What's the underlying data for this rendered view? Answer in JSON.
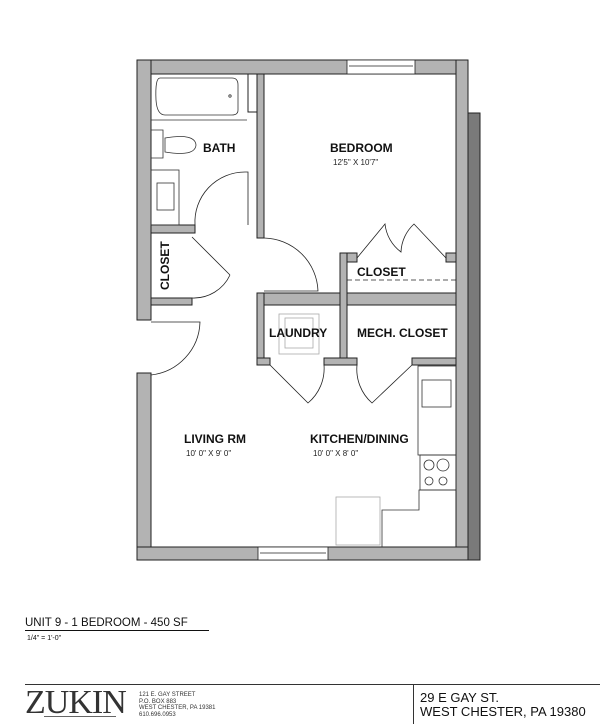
{
  "rooms": {
    "bath": "BATH",
    "bedroom": "BEDROOM",
    "bedroom_dim": "12'5\" X 10'7\"",
    "hall_closet": "CLOSET",
    "bedroom_closet": "CLOSET",
    "laundry": "LAUNDRY",
    "mech_closet": "MECH. CLOSET",
    "living": "LIVING RM",
    "living_dim": "10' 0\" X 9' 0\"",
    "kitchen": "KITCHEN/DINING",
    "kitchen_dim": "10' 0\" X 8' 0\""
  },
  "caption": {
    "title": "UNIT 9 - 1 BEDROOM - 450 SF",
    "scale": "1/4\" = 1'-0\""
  },
  "footer": {
    "logo": "ZUKIN",
    "office": [
      "121 E. GAY STREET",
      "P.O. BOX 883",
      "WEST CHESTER, PA 19381",
      "610.696.0953"
    ],
    "property_line1": "29 E GAY ST.",
    "property_line2": "WEST CHESTER, PA 19380"
  },
  "colors": {
    "wall": "#b3b3b3",
    "wall_outline": "#222222",
    "adjacent_wall": "#7a7a7a"
  }
}
